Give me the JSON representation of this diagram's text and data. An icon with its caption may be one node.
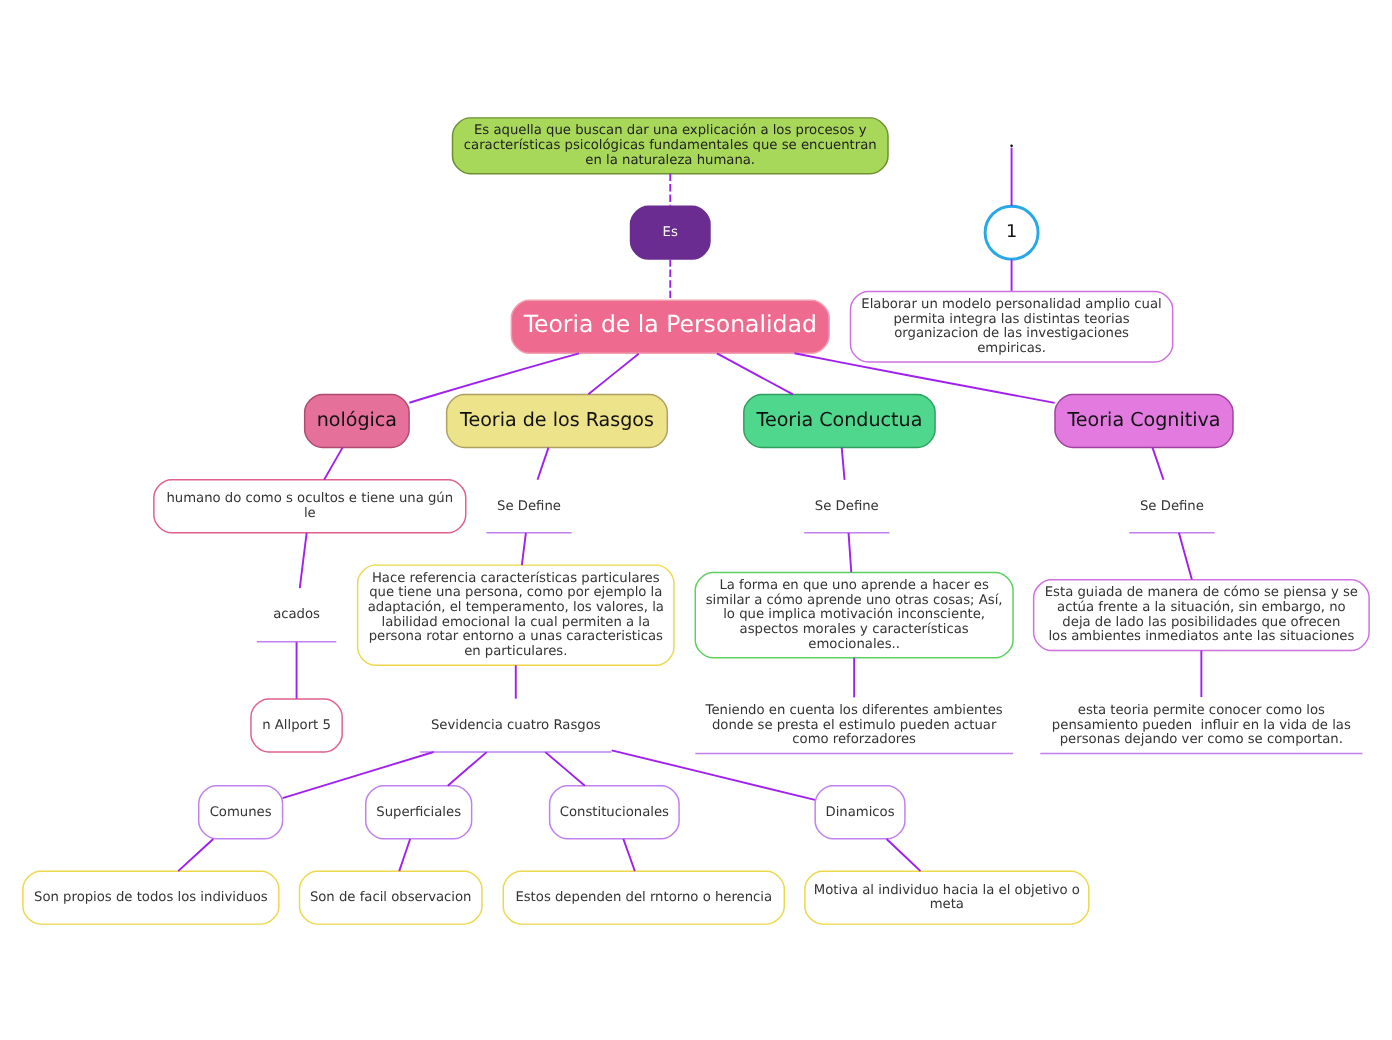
{
  "diagram": {
    "nodes": [
      {
        "text": [
          "Es aquella que buscan dar una explicación a los procesos y características psicológicas fundamentales que se encuentran en la naturaleza humana."
        ]
      },
      {
        "text": [
          "Es"
        ]
      },
      {
        "text": [
          "Teoria de la Personalidad"
        ]
      },
      {
        "text": [
          "nológica"
        ]
      },
      {
        "text": [
          "humano do como s ocultos e tiene una gún le"
        ]
      },
      {
        "text": [
          "acados"
        ]
      },
      {
        "text": [
          "n Allport 5"
        ]
      },
      {
        "text": [
          "Teoria de los Rasgos"
        ]
      },
      {
        "text": [
          "Se Define"
        ]
      },
      {
        "text": [
          "Hace referencia características particulares que tiene una persona, como por ejemplo la adaptación, el temperamento, los valores, la labilidad emocional la cual permiten a la persona rotar entorno a unas caracteristicas en particulares."
        ]
      },
      {
        "text": [
          "Sevidencia cuatro Rasgos"
        ]
      },
      {
        "text": [
          "Comunes"
        ]
      },
      {
        "text": [
          "Superficiales"
        ]
      },
      {
        "text": [
          "Constitucionales"
        ]
      },
      {
        "text": [
          "Dinamicos"
        ]
      },
      {
        "text": [
          "Son propios de todos los individuos"
        ]
      },
      {
        "text": [
          "Son de facil observacion"
        ]
      },
      {
        "text": [
          "Estos dependen del rntorno o herencia"
        ]
      },
      {
        "text": [
          "Motiva al individuo hacia la el objetivo o meta"
        ]
      },
      {
        "text": [
          "Teoria Conductua"
        ]
      },
      {
        "text": [
          "Se Define"
        ]
      },
      {
        "text": [
          "La forma en que uno aprende a hacer es similar a cómo aprende uno otras cosas; Así, lo que implica motivación inconsciente, aspectos morales y características emocionales.."
        ]
      },
      {
        "text": [
          "Teniendo en cuenta los diferentes ambientes donde se presta el estimulo pueden actuar como reforzadores"
        ]
      },
      {
        "text": [
          "Teoria Cognitiva"
        ]
      },
      {
        "text": [
          "Se Define"
        ]
      },
      {
        "text": [
          "Esta guiada de manera de cómo se piensa y se actúa frente a la situación, sin embargo, no deja de lado las posibilidades que ofrecen los ambientes inmediatos ante las situaciones"
        ]
      },
      {
        "text": [
          "esta teoria permite conocer como los pensamiento pueden  influir en la vida de las personas dejando ver como se comportan."
        ]
      },
      {
        "text": [
          "1"
        ]
      },
      {
        "text": [
          "Elaborar un modelo personalidad amplio cual permita integra las distintas teorias organizacion de las investigaciones empiricas."
        ]
      }
    ],
    "edges": [
      {
        "from": 0,
        "to": 1,
        "arrow": "none",
        "style": "dashed"
      },
      {
        "from": 1,
        "to": 2,
        "arrow": "none",
        "style": "dashed"
      },
      {
        "from": 2,
        "to": 3,
        "arrow": "none"
      },
      {
        "from": 2,
        "to": 7,
        "arrow": "none"
      },
      {
        "from": 2,
        "to": 19,
        "arrow": "none"
      },
      {
        "from": 2,
        "to": 23,
        "arrow": "none"
      },
      {
        "from": 3,
        "to": 4,
        "arrow": "none"
      },
      {
        "from": 4,
        "to": 5,
        "arrow": "none"
      },
      {
        "from": 5,
        "to": 6,
        "arrow": "none"
      },
      {
        "from": 7,
        "to": 8,
        "arrow": "none"
      },
      {
        "from": 8,
        "to": 9,
        "arrow": "none"
      },
      {
        "from": 9,
        "to": 10,
        "arrow": "none"
      },
      {
        "from": 10,
        "to": 11,
        "arrow": "none"
      },
      {
        "from": 10,
        "to": 12,
        "arrow": "none"
      },
      {
        "from": 10,
        "to": 13,
        "arrow": "none"
      },
      {
        "from": 10,
        "to": 14,
        "arrow": "none"
      },
      {
        "from": 11,
        "to": 15,
        "arrow": "none"
      },
      {
        "from": 12,
        "to": 16,
        "arrow": "none"
      },
      {
        "from": 13,
        "to": 17,
        "arrow": "none"
      },
      {
        "from": 14,
        "to": 18,
        "arrow": "none"
      },
      {
        "from": 19,
        "to": 20,
        "arrow": "none"
      },
      {
        "from": 20,
        "to": 21,
        "arrow": "none"
      },
      {
        "from": 21,
        "to": 22,
        "arrow": "none"
      },
      {
        "from": 23,
        "to": 24,
        "arrow": "none"
      },
      {
        "from": 24,
        "to": 25,
        "arrow": "none"
      },
      {
        "from": 25,
        "to": 26,
        "arrow": "none"
      },
      {
        "from": null,
        "to": 27,
        "arrow": "none"
      },
      {
        "from": 27,
        "to": 28,
        "arrow": "none"
      }
    ]
  }
}
